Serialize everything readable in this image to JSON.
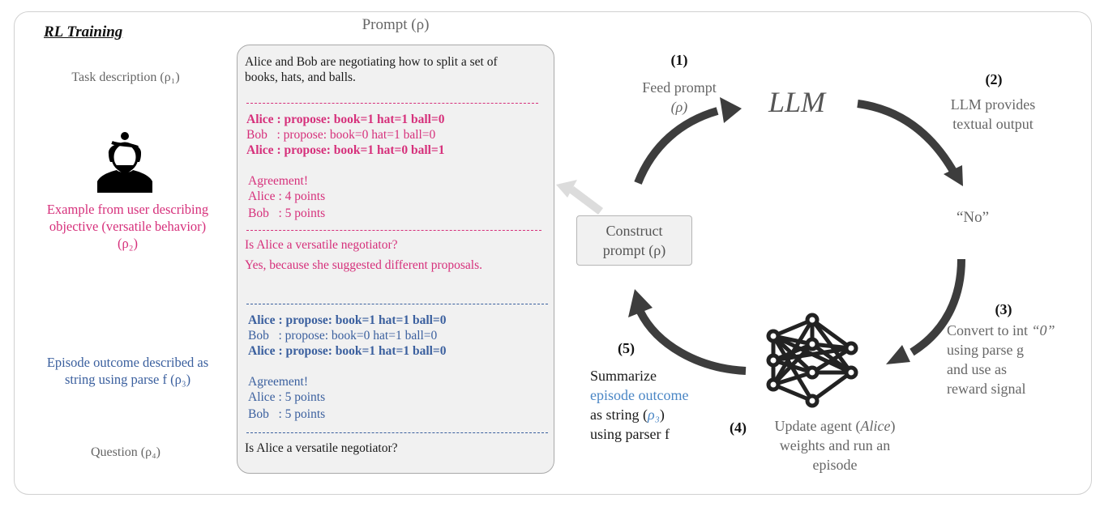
{
  "title": "RL Training",
  "left_labels": {
    "task": "Task description (ρ₁)",
    "example_line1": "Example from user describing",
    "example_line2": "objective (versatile behavior)",
    "example_line3": "(ρ₂)",
    "episode_line1": "Episode outcome described as",
    "episode_line2": "string using parse f (ρ₃)",
    "question": "Question (ρ₄)"
  },
  "icons": {
    "user": "user-icon",
    "network": "neural-network-icon"
  },
  "colors": {
    "pink": "#d6307b",
    "blue": "#3a5f9e",
    "light_blue": "#4a86c5",
    "arrow": "#3d3d3d",
    "arrow_light": "#dcdcdc"
  },
  "prompt": {
    "title": "Prompt (ρ)",
    "task_line1": "Alice and Bob are negotiating how to split a set of",
    "task_line2": "books, hats, and balls.",
    "example": {
      "dialogue": [
        {
          "text": "Alice : propose: book=1 hat=1 ball=0",
          "bold": true
        },
        {
          "text": "Bob   : propose: book=0 hat=1 ball=0",
          "bold": false
        },
        {
          "text": "Alice : propose: book=1 hat=0 ball=1",
          "bold": true
        }
      ],
      "agreement": "Agreement!",
      "alice_points": "Alice : 4 points",
      "bob_points": "Bob   : 5 points",
      "question": "Is Alice a versatile negotiator?",
      "answer": "Yes, because she suggested different proposals."
    },
    "episode": {
      "dialogue": [
        {
          "text": "Alice : propose: book=1 hat=1 ball=0",
          "bold": true
        },
        {
          "text": "Bob   : propose: book=0 hat=1 ball=0",
          "bold": false
        },
        {
          "text": "Alice : propose: book=1 hat=1 ball=0",
          "bold": true
        }
      ],
      "agreement": "Agreement!",
      "alice_points": "Alice : 5 points",
      "bob_points": "Bob   : 5 points"
    },
    "question": "Is Alice a versatile negotiator?"
  },
  "construct": {
    "line1": "Construct",
    "line2": "prompt (ρ)"
  },
  "llm": "LLM",
  "steps": {
    "s1": {
      "num": "(1)",
      "line1": "Feed prompt",
      "line2": "(ρ)"
    },
    "s2": {
      "num": "(2)",
      "line1": "LLM provides",
      "line2": "textual output"
    },
    "output": "“No”",
    "s3": {
      "num": "(3)",
      "line1": "Convert to int",
      "value": "“0”",
      "line2": "using parse g",
      "line3": "and use as",
      "line4": "reward signal"
    },
    "s4": {
      "num": "(4)",
      "line1a": "Update agent (",
      "agent": "Alice",
      "line1b": ")",
      "line2": "weights and run an",
      "line3": "episode"
    },
    "s5": {
      "num": "(5)",
      "line1": "Summarize",
      "line2": "episode outcome",
      "line3": "as string (",
      "rho": "ρ₃",
      "line3b": ")",
      "line4": "using parser f"
    }
  }
}
